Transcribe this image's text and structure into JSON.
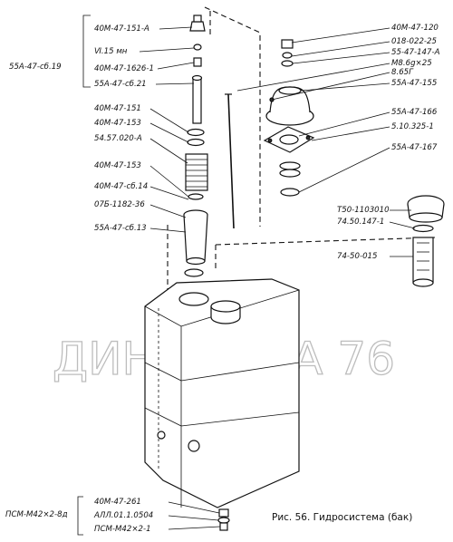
{
  "caption": "Рис. 56. Гидросистема (бак)",
  "watermark": "ДИНАМИКА 76",
  "groups": {
    "left_top": "55А-47-сб.19",
    "left_bottom": "ПСМ-М42×2-8д"
  },
  "labels": {
    "l1": "40М-47-151-А",
    "l2": "Ⅵ.15 мн",
    "l3": "40М-47-1626-1",
    "l4": "55А-47-сб.21",
    "l5": "40М-47-151",
    "l6": "40М-47-153",
    "l7": "54.57.020-А",
    "l8": "40М-47-153",
    "l9": "40М-47-сб.14",
    "l10": "07Б-1182-36",
    "l11": "55А-47-сб.13",
    "r1": "40М-47-120",
    "r2": "018-022-25",
    "r3": "55-47-147-А",
    "r4": "М8.6g×25",
    "r5": "8.65Г",
    "r6": "55А-47-155",
    "r7": "55А-47-166",
    "r8": "5.10.325-1",
    "r9": "55А-47-167",
    "r10": "Т50-1103010",
    "r11": "74.50.147-1",
    "r12": "74-50-015",
    "b1": "40М-47-261",
    "b2": "АЛЛ.01.1.0504",
    "b3": "ПСМ-М42×2-1"
  }
}
